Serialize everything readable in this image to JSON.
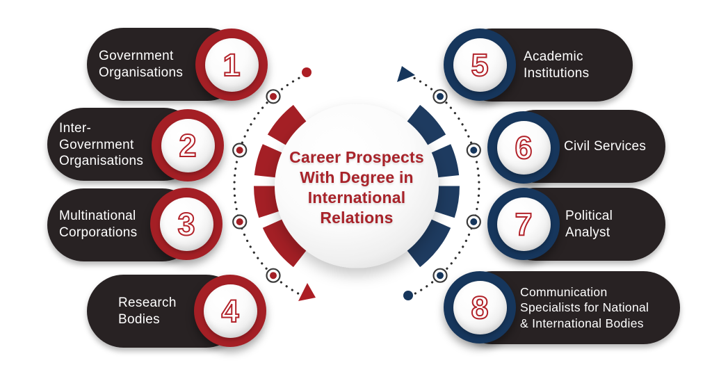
{
  "center": {
    "title": "Career Prospects\nWith Degree in\nInternational\nRelations"
  },
  "items": [
    {
      "number": "1",
      "label": "Government\nOrganisations",
      "side": "left"
    },
    {
      "number": "2",
      "label": "Inter-\nGovernment\nOrganisations",
      "side": "left"
    },
    {
      "number": "3",
      "label": "Multinational\nCorporations",
      "side": "left"
    },
    {
      "number": "4",
      "label": "Research\nBodies",
      "side": "left"
    },
    {
      "number": "5",
      "label": "Academic\nInstitutions",
      "side": "right"
    },
    {
      "number": "6",
      "label": "Civil Services",
      "side": "right"
    },
    {
      "number": "7",
      "label": "Political\nAnalyst",
      "side": "right"
    },
    {
      "number": "8",
      "label": "Communication\nSpecialists for National\n& International Bodies",
      "side": "right"
    }
  ],
  "colors": {
    "red": "#A41F25",
    "navy": "#16365C",
    "pill_dark": "#282223",
    "title_red": "#A8232A",
    "number_outline_red": "#B2232A",
    "marker_ring_gray": "#3A3A3A",
    "background": "#FFFFFF"
  }
}
